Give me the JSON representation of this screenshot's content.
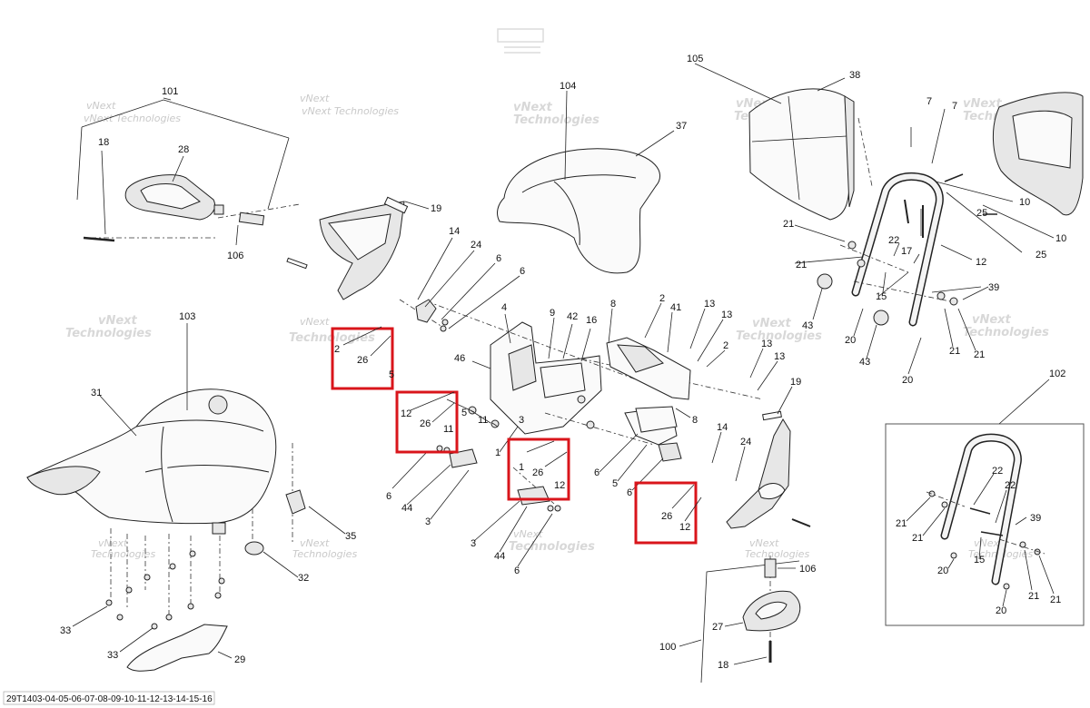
{
  "diagram": {
    "footer_code": "29T1403-04-05-06-07-08-09-10-11-12-13-14-15-16",
    "watermark_text": "vNext Technologies",
    "watermark_text_a": "vNext",
    "watermark_text_b": "Technologies",
    "highlight_color": "#d9151b",
    "labels": {
      "l101": "101",
      "l18a": "18",
      "l28": "28",
      "l106a": "106",
      "l104": "104",
      "l37": "37",
      "l105": "105",
      "l38": "38",
      "l19a": "19",
      "l14a": "14",
      "l24a": "24",
      "l6a": "6",
      "l6b": "6",
      "l103": "103",
      "l31": "31",
      "l2a": "2",
      "l26a": "26",
      "l5a": "5",
      "l4": "4",
      "l9": "9",
      "l42": "42",
      "l16": "16",
      "l46": "46",
      "l8a": "8",
      "l2b": "2",
      "l41": "41",
      "l13a": "13",
      "l13b": "13",
      "l2c": "2",
      "l13c": "13",
      "l13d": "13",
      "l8b": "8",
      "l12a": "12",
      "l26b": "26",
      "l11a": "11",
      "l5b": "5",
      "l11b": "11",
      "l1a": "1",
      "l3a": "3",
      "l1b": "1",
      "l26c": "26",
      "l12b": "12",
      "l6c": "6",
      "l44a": "44",
      "l3b": "3",
      "l3c": "3",
      "l44b": "44",
      "l6d": "6",
      "l6e": "6",
      "l5c": "5",
      "l14b": "14",
      "l24b": "24",
      "l6f": "6",
      "l26d": "26",
      "l12c": "12",
      "l19b": "19",
      "l35": "35",
      "l32": "32",
      "l33a": "33",
      "l33b": "33",
      "l29": "29",
      "l7a": "7",
      "l7b": "7",
      "l10a": "10",
      "l10b": "10",
      "l25a": "25",
      "l25b": "25",
      "l21a": "21",
      "l21b": "21",
      "l22a": "22",
      "l17": "17",
      "l12d": "12",
      "l15a": "15",
      "l39a": "39",
      "l43a": "43",
      "l20a": "20",
      "l43b": "43",
      "l21c": "21",
      "l21d": "21",
      "l20b": "20",
      "l102": "102",
      "l22b": "22",
      "l22c": "22",
      "l39b": "39",
      "l21e": "21",
      "l21f": "21",
      "l15b": "15",
      "l20c": "20",
      "l21g": "21",
      "l21h": "21",
      "l20d": "20",
      "l106b": "106",
      "l27": "27",
      "l100": "100",
      "l18b": "18"
    }
  }
}
